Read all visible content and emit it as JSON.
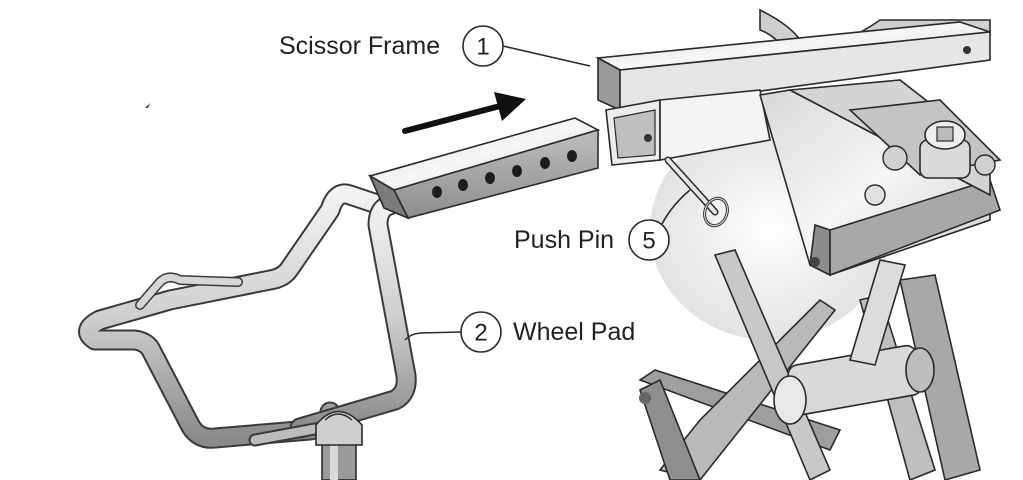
{
  "callouts": [
    {
      "id": "scissor-frame",
      "number": "1",
      "label": "Scissor Frame"
    },
    {
      "id": "wheel-pad",
      "number": "2",
      "label": "Wheel Pad"
    },
    {
      "id": "push-pin",
      "number": "5",
      "label": "Push Pin"
    }
  ],
  "colors": {
    "metal_light": "#e4e4e4",
    "metal_mid": "#b5b5b5",
    "metal_dark": "#555555",
    "outline": "#2a2a2a",
    "arrow": "#111111"
  }
}
